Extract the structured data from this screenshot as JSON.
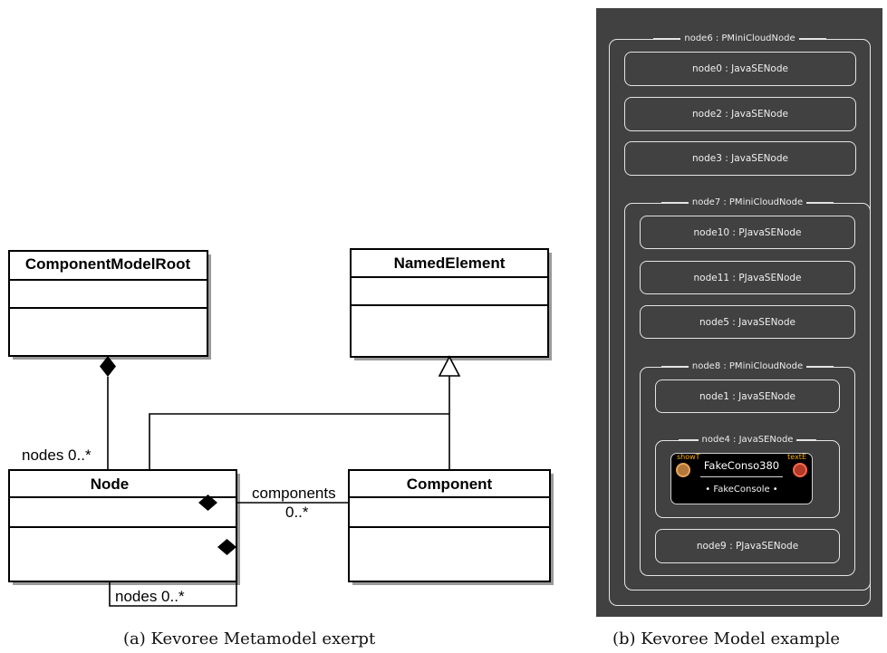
{
  "metamodel": {
    "classes": {
      "component_model_root": "ComponentModelRoot",
      "named_element": "NamedElement",
      "node": "Node",
      "component": "Component"
    },
    "associations": {
      "root_nodes": "nodes 0..*",
      "node_components_role": "components",
      "node_components_mult": "0..*",
      "node_self": "nodes 0..*"
    }
  },
  "model": {
    "node6": "node6 : PMiniCloudNode",
    "node0": "node0 : JavaSENode",
    "node2": "node2 : JavaSENode",
    "node3": "node3 : JavaSENode",
    "node7": "node7 : PMiniCloudNode",
    "node10": "node10 : PJavaSENode",
    "node11": "node11 : PJavaSENode",
    "node5": "node5 : JavaSENode",
    "node8": "node8 : PMiniCloudNode",
    "node1": "node1 : JavaSENode",
    "node4": "node4 : JavaSENode",
    "component": {
      "name": "FakeConso380",
      "type": "• FakeConsole •",
      "port_in": "showT",
      "port_out": "textE"
    },
    "node9": "node9 : PJavaSENode"
  },
  "captions": {
    "a": "(a) Kevoree Metamodel exerpt",
    "b": "(b) Kevoree Model example"
  }
}
